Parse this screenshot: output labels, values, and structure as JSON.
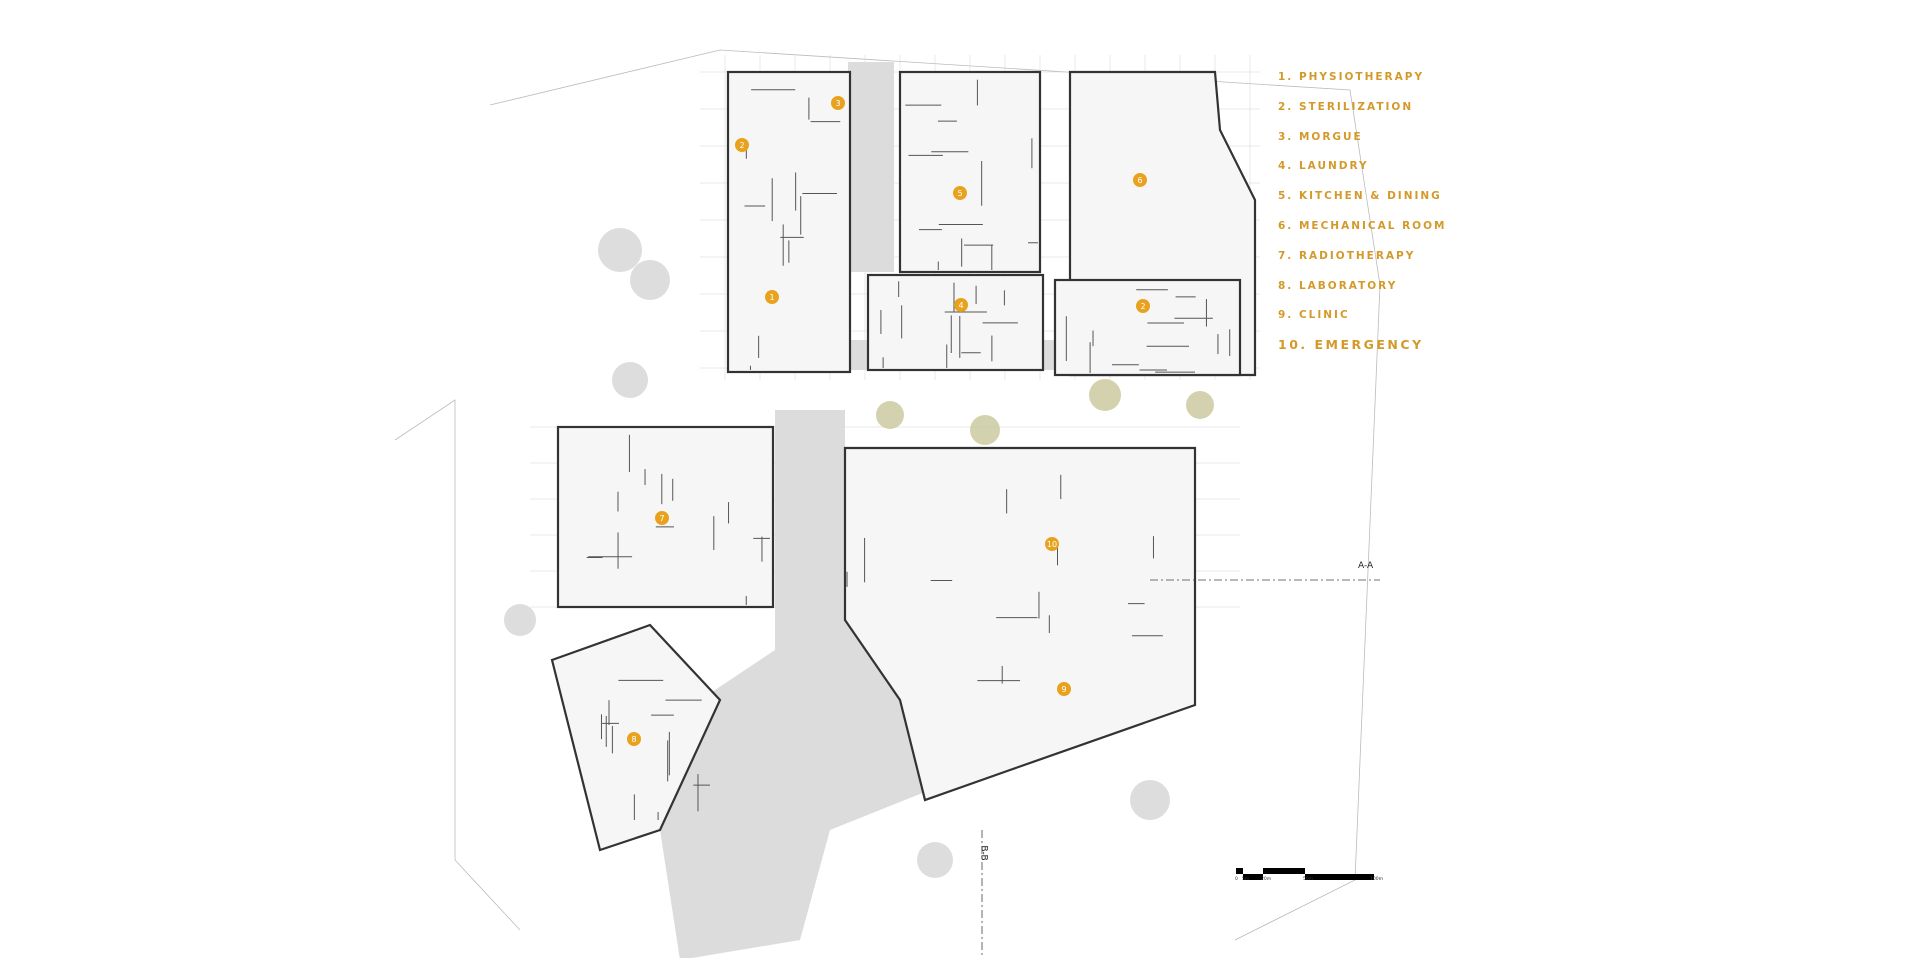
{
  "legend": {
    "items": [
      "1. PHYSIOTHERAPY",
      "2. STERILIZATION",
      "3. MORGUE",
      "4. LAUNDRY",
      "5. KITCHEN & DINING",
      "6. MECHANICAL ROOM",
      "7. RADIOTHERAPY",
      "8. LABORATORY",
      "9. CLINIC",
      "10. EMERGENCY"
    ]
  },
  "plan": {
    "room_markers": [
      "3",
      "2",
      "5",
      "6",
      "1",
      "4",
      "2",
      "7",
      "10",
      "9",
      "8"
    ],
    "section_labels": {
      "horizontal": "A-A",
      "vertical": "B-B"
    }
  },
  "scale_bar": {
    "labels": [
      "0",
      "5m",
      "20m",
      "50m",
      "100m"
    ]
  },
  "colors": {
    "accent": "#e8a21e",
    "legend_text": "#d39a2a",
    "walls": "#333333",
    "corridor": "#dcdcdc"
  }
}
